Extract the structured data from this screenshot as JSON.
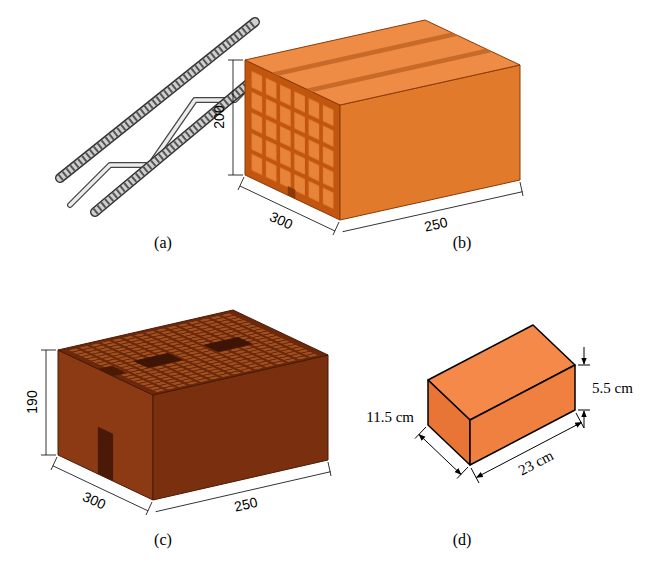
{
  "diagram": {
    "labels": [
      "(a)",
      "200",
      "300",
      "250",
      "(b)",
      "190",
      "300",
      "250",
      "(c)",
      "5.5 cm",
      "11.5 cm",
      "23 cm",
      "(d)"
    ]
  }
}
